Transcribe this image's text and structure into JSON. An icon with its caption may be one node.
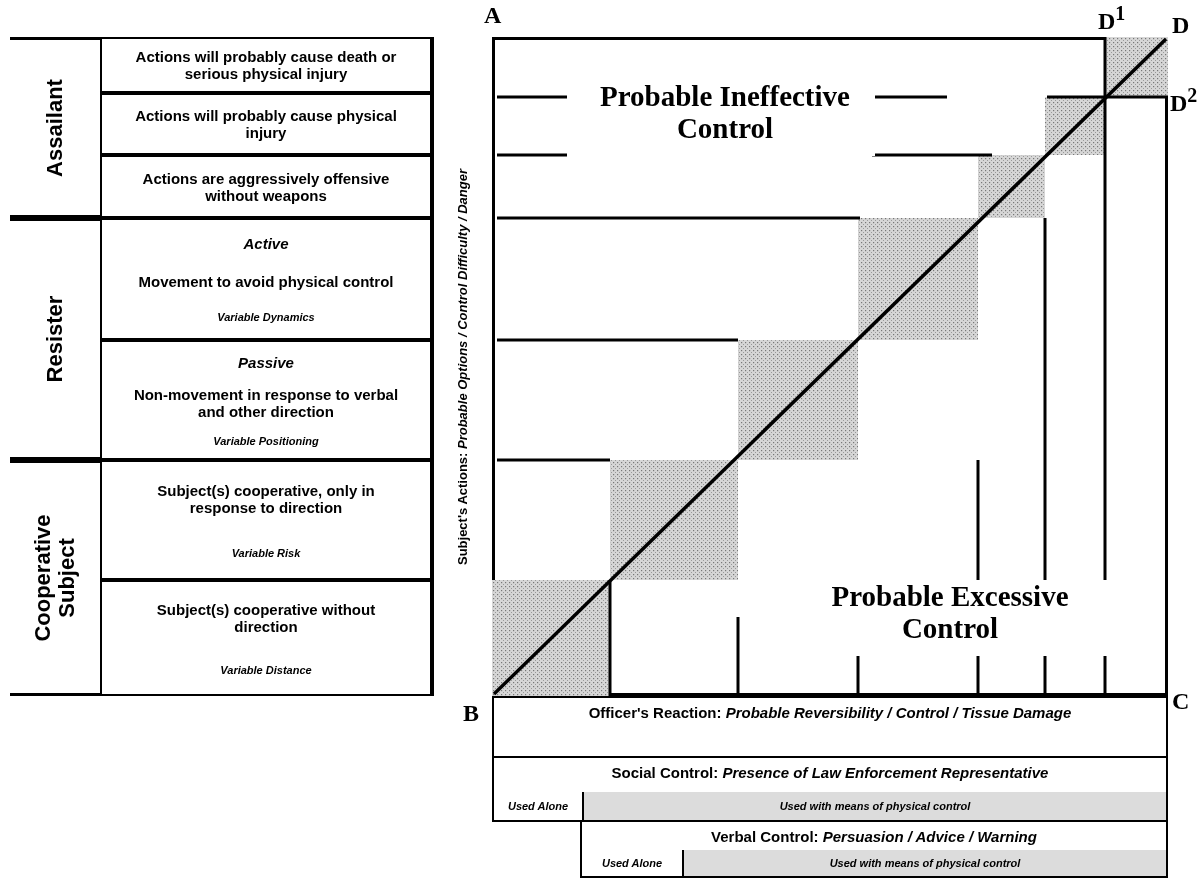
{
  "diagram": {
    "nodes": [
      {
        "text": [
          "Assailant"
        ]
      },
      {
        "text": [
          "Resister"
        ]
      },
      {
        "text": [
          "Cooperative Subject"
        ]
      },
      {
        "text": [
          "Actions will probably cause death or serious physical injury"
        ]
      },
      {
        "text": [
          "Actions will probably cause physical injury"
        ]
      },
      {
        "text": [
          "Actions are aggressively offensive without weapons"
        ]
      },
      {
        "text": [
          "Active",
          "Movement to avoid physical control",
          "Variable Dynamics"
        ]
      },
      {
        "text": [
          "Passive",
          "Non-movement in response to verbal and other direction",
          "Variable Positioning"
        ]
      },
      {
        "text": [
          "Subject(s) cooperative, only in response to direction",
          "Variable Risk"
        ]
      },
      {
        "text": [
          "Subject(s) cooperative without direction",
          "Variable Distance"
        ]
      },
      {
        "text": [
          "Subject's Actions:  *Probable Options / Control Difficulty / Danger*"
        ]
      },
      {
        "text": [],
        "shape": "box"
      },
      {
        "text": [
          "Probable Ineffective Control"
        ],
        "in": 11
      },
      {
        "text": [
          "Probable Excessive Control"
        ],
        "in": 11
      },
      {
        "text": [
          "**Officer's Reaction:**  *Probable Reversibility / Control / Tissue Damage*"
        ]
      },
      {
        "text": [
          "**Social Control:**  *Presence of Law Enforcement Representative*"
        ]
      },
      {
        "text": [
          "Used Alone"
        ],
        "in": 15
      },
      {
        "text": [
          "Used with means of physical control"
        ],
        "in": 15
      },
      {
        "text": [
          "**Verbal Control:**  *Persuasion / Advice / Warning*"
        ]
      },
      {
        "text": [
          "Used Alone"
        ],
        "in": 18
      },
      {
        "text": [
          "Used with means of physical control"
        ],
        "in": 18
      }
    ],
    "edges": [],
    "labels": [
      "A",
      "D$^{1}$",
      "D",
      "D$^{2}$",
      "B",
      "C"
    ]
  }
}
